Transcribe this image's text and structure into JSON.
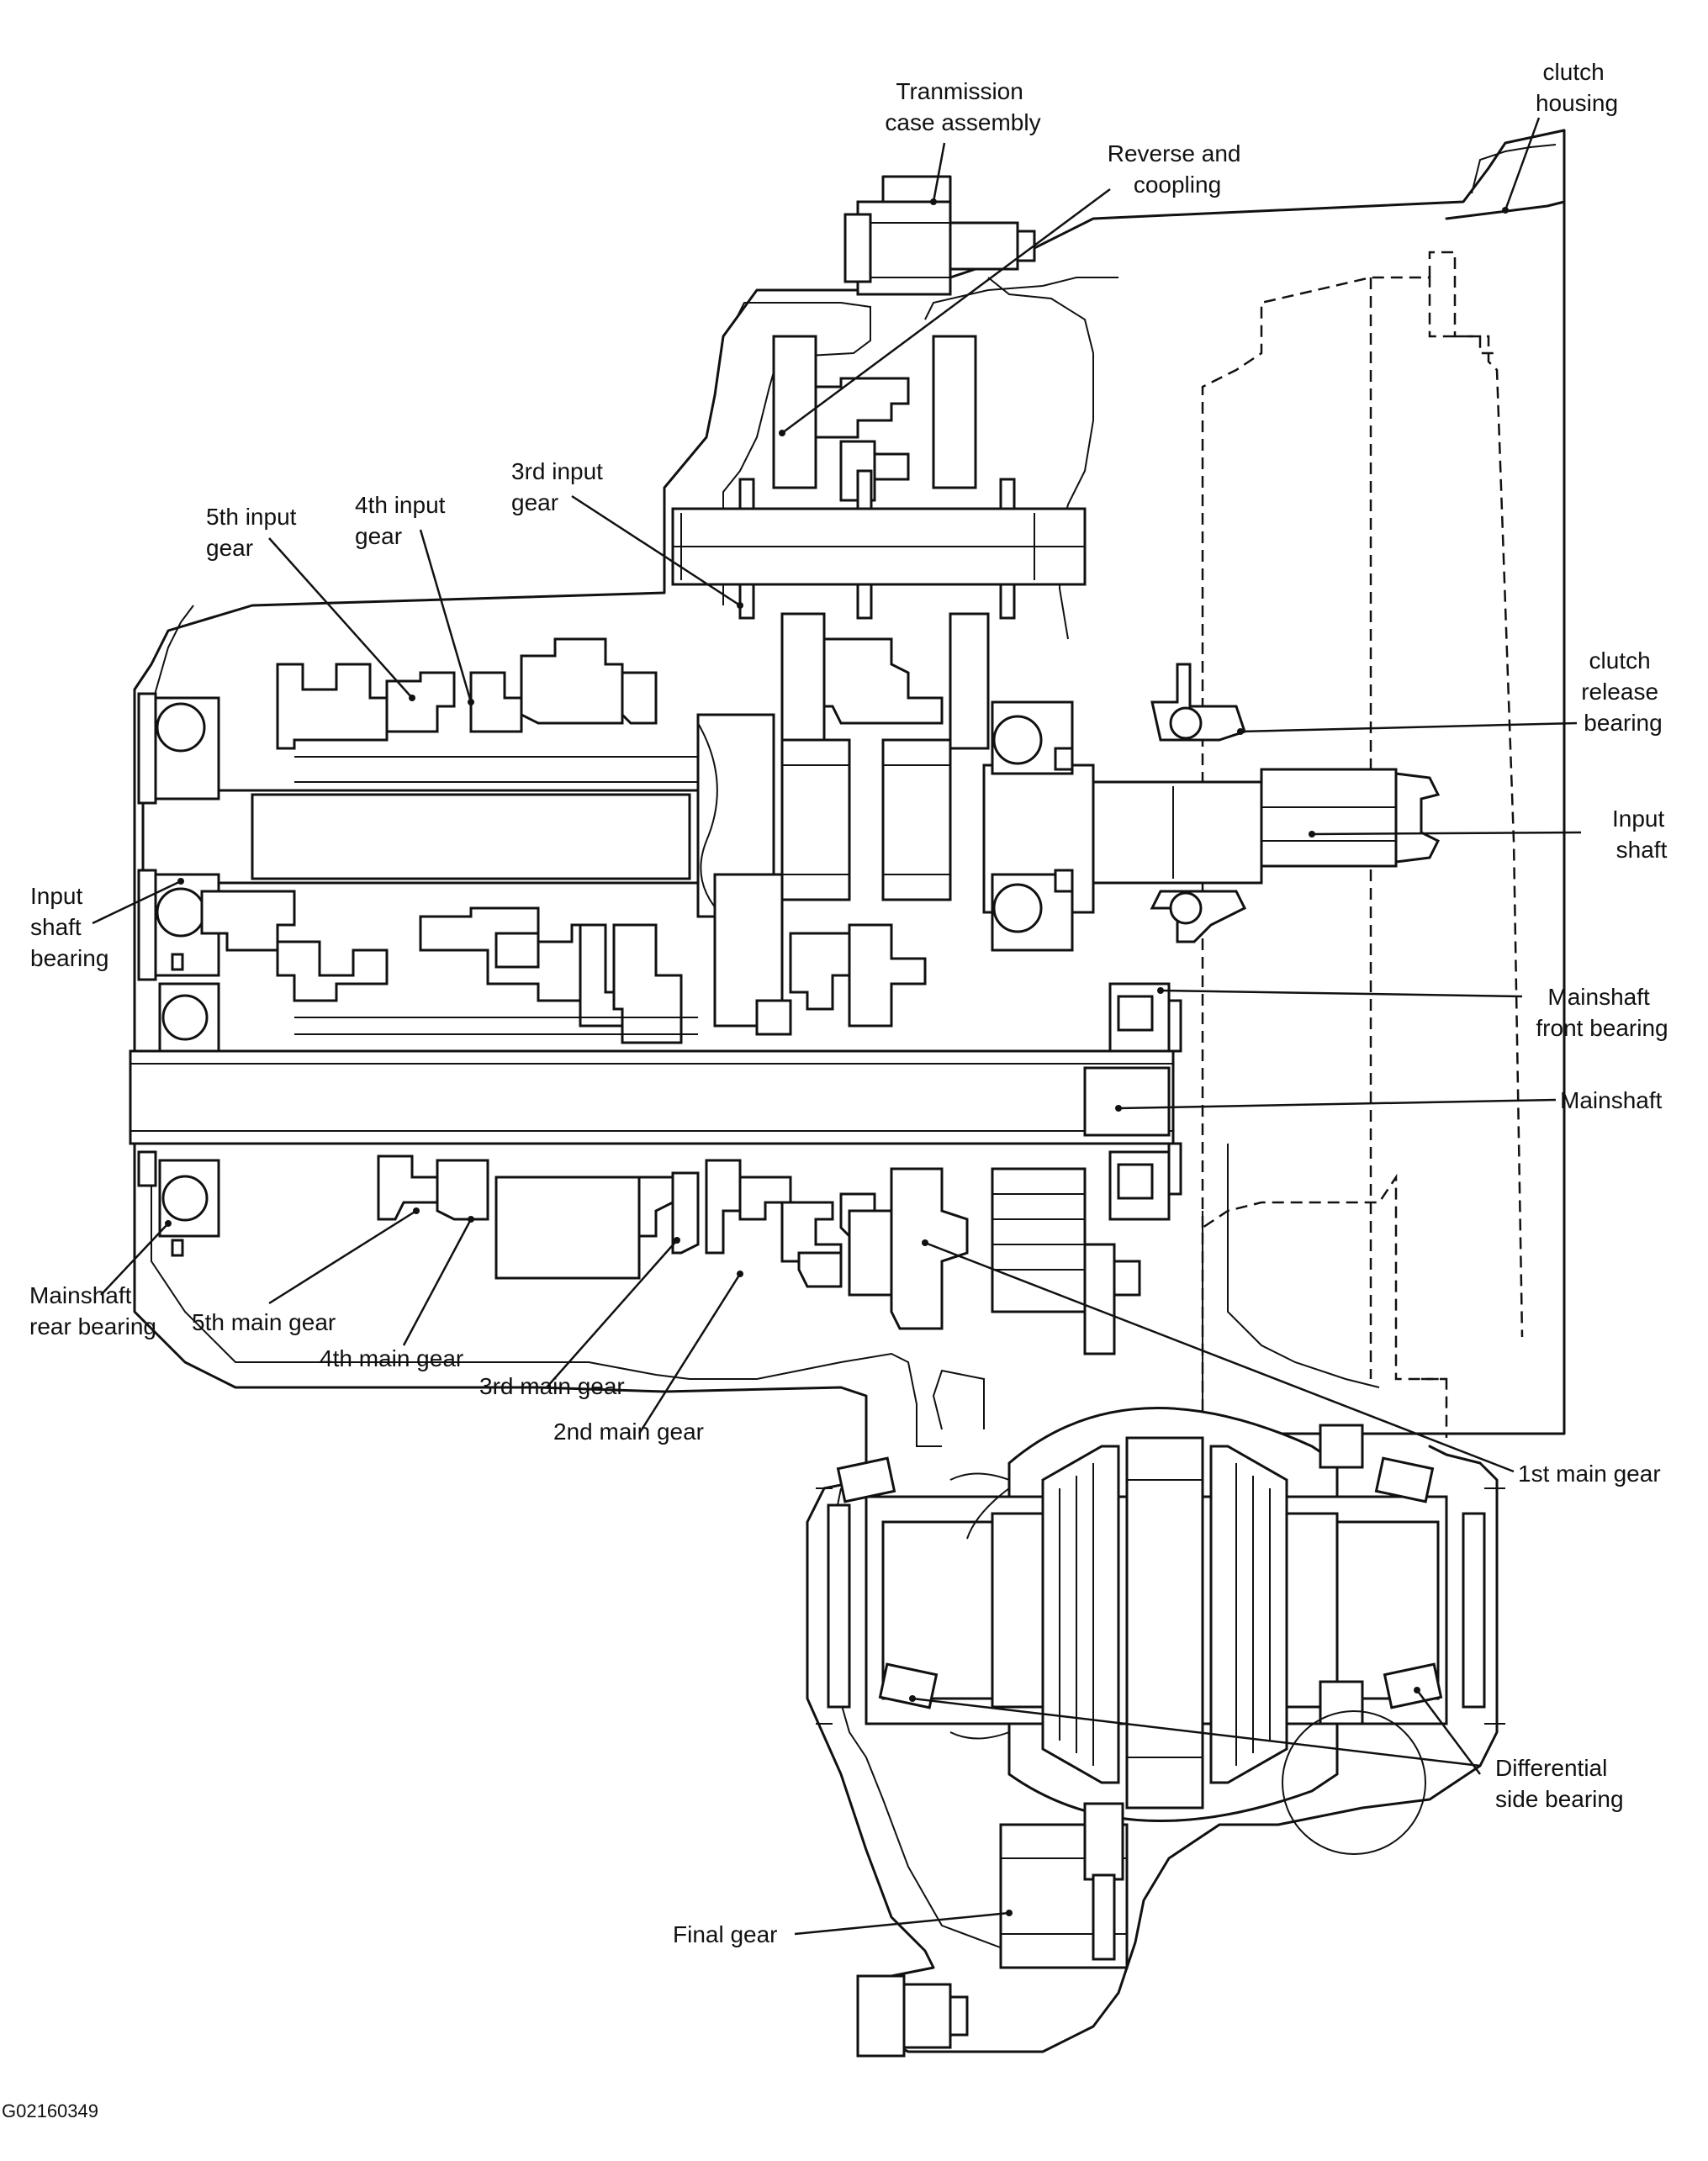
{
  "labels": {
    "transmission_case": [
      "Tranmission",
      "case assembly"
    ],
    "reverse_coupling": [
      "Reverse and",
      "coopling"
    ],
    "clutch_housing": [
      "clutch",
      "housing"
    ],
    "third_input_gear": [
      "3rd input",
      "gear"
    ],
    "fourth_input_gear": [
      "4th input",
      "gear"
    ],
    "fifth_input_gear": [
      "5th input",
      "gear"
    ],
    "clutch_release_bearing": [
      "clutch",
      "release",
      "bearing"
    ],
    "input_shaft": [
      "Input",
      "shaft"
    ],
    "input_shaft_bearing": [
      "Input",
      "shaft",
      "bearing"
    ],
    "mainshaft_front_bearing": [
      "Mainshaft",
      "front bearing"
    ],
    "mainshaft": "Mainshaft",
    "mainshaft_rear_bearing": [
      "Mainshaft",
      "rear bearing"
    ],
    "fifth_main_gear": "5th main gear",
    "fourth_main_gear": "4th main gear",
    "third_main_gear": "3rd main gear",
    "second_main_gear": "2nd main gear",
    "first_main_gear": "1st main gear",
    "differential_side_bearing": [
      "Differential",
      "side bearing"
    ],
    "final_gear": "Final gear"
  },
  "figure_id": "G02160349"
}
